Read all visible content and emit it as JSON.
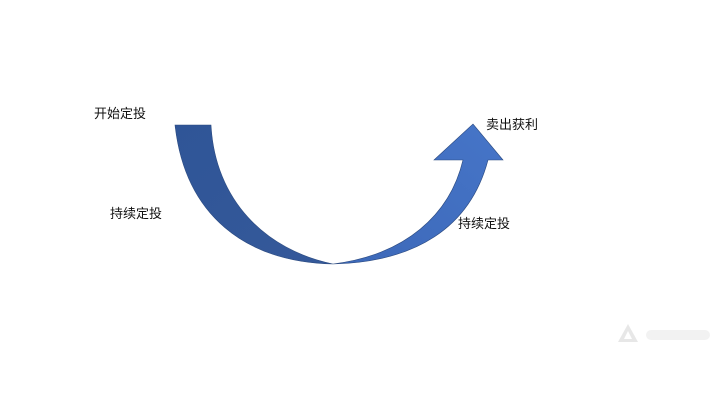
{
  "labels": {
    "start": "开始定投",
    "hold_left": "持续定投",
    "sell": "卖出获利",
    "hold_right": "持续定投"
  },
  "colors": {
    "left_arm": "#2f5597",
    "right_arm": "#4472c4",
    "outline": "#2b4a80",
    "text": "#111111"
  },
  "icons": {
    "watermark": "appgo-logo"
  }
}
